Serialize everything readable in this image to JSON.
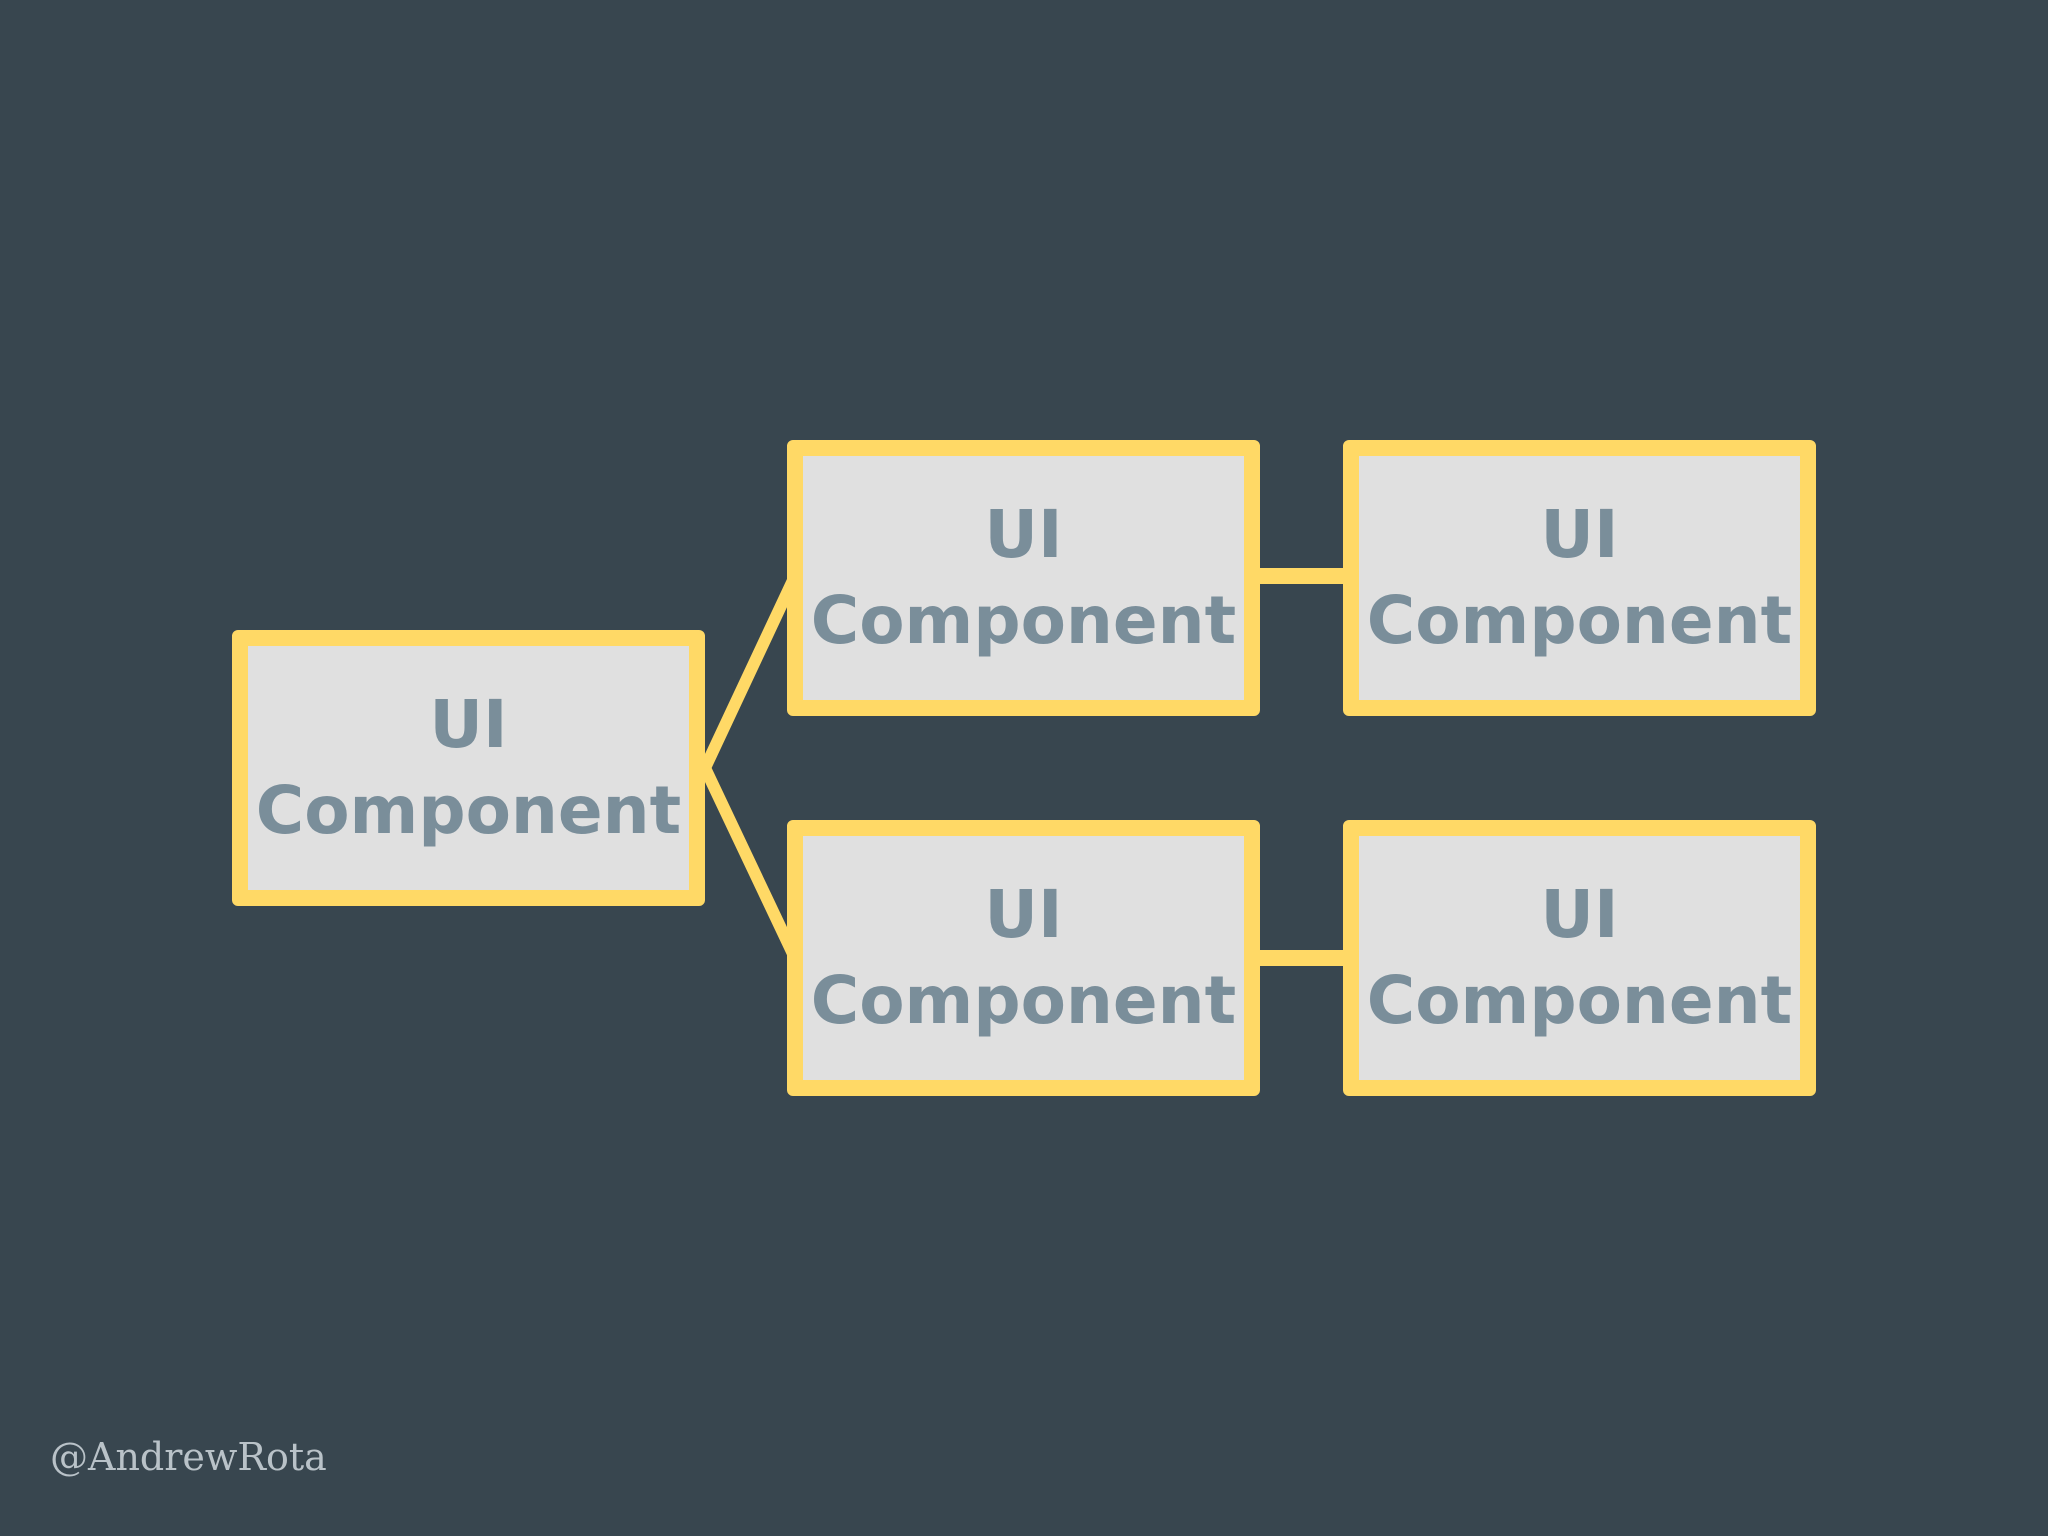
{
  "diagram": {
    "colors": {
      "background": "#38464f",
      "box_fill": "#e0e0e0",
      "box_border": "#ffd966",
      "box_text": "#7a8e9a",
      "connector": "#ffd966",
      "credit_text": "#b9c2c8"
    },
    "nodes": [
      {
        "id": "root",
        "line1": "UI",
        "line2": "Component"
      },
      {
        "id": "top-mid",
        "line1": "UI",
        "line2": "Component"
      },
      {
        "id": "top-right",
        "line1": "UI",
        "line2": "Component"
      },
      {
        "id": "bottom-mid",
        "line1": "UI",
        "line2": "Component"
      },
      {
        "id": "bottom-right",
        "line1": "UI",
        "line2": "Component"
      }
    ],
    "edges": [
      {
        "from": "root",
        "to": "top-mid"
      },
      {
        "from": "root",
        "to": "bottom-mid"
      },
      {
        "from": "top-mid",
        "to": "top-right"
      },
      {
        "from": "bottom-mid",
        "to": "bottom-right"
      }
    ]
  },
  "credit": "@AndrewRota"
}
